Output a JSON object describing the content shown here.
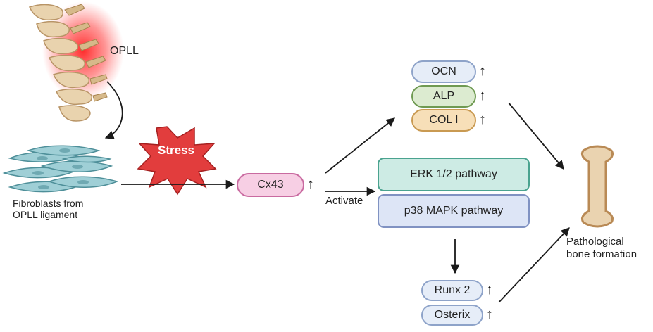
{
  "figure": {
    "opll_label": "OPLL",
    "stress_label": "Stress",
    "fibroblasts_line1": "Fibroblasts  from",
    "fibroblasts_line2": "OPLL ligament",
    "cx43_label": "Cx43",
    "activate_label": "Activate",
    "markers": [
      {
        "label": "OCN",
        "fill": "#e6edf8",
        "border": "#8ea3c9"
      },
      {
        "label": "ALP",
        "fill": "#dcebd0",
        "border": "#6f9a52"
      },
      {
        "label": "COL I",
        "fill": "#f7dfb8",
        "border": "#c99a52"
      }
    ],
    "pathways": [
      {
        "label": "ERK 1/2 pathway",
        "fill": "#cdebe4",
        "border": "#4aa38f"
      },
      {
        "label": "p38 MAPK pathway",
        "fill": "#dde5f6",
        "border": "#8092c2"
      }
    ],
    "transcription_factors": [
      {
        "label": "Runx 2"
      },
      {
        "label": "Osterix"
      }
    ],
    "outcome_line1": "Pathological",
    "outcome_line2": "bone formation",
    "up_arrow_glyph": "↑"
  },
  "colors": {
    "stress_fill": "#e23d3d",
    "cx43_fill": "#f7cfe4",
    "cx43_border": "#c96aa0",
    "tf_fill": "#e6edf8",
    "tf_border": "#8ea3c9",
    "bone_fill": "#ead3b0",
    "bone_border": "#b98a55",
    "cell_fill": "#9fcfd6",
    "cell_border": "#4e8f99",
    "arrow": "#1a1a1a"
  },
  "icons": [
    "spine-icon",
    "fibroblast-cells-icon",
    "stress-burst-icon",
    "bone-icon",
    "up-arrow-icon"
  ]
}
